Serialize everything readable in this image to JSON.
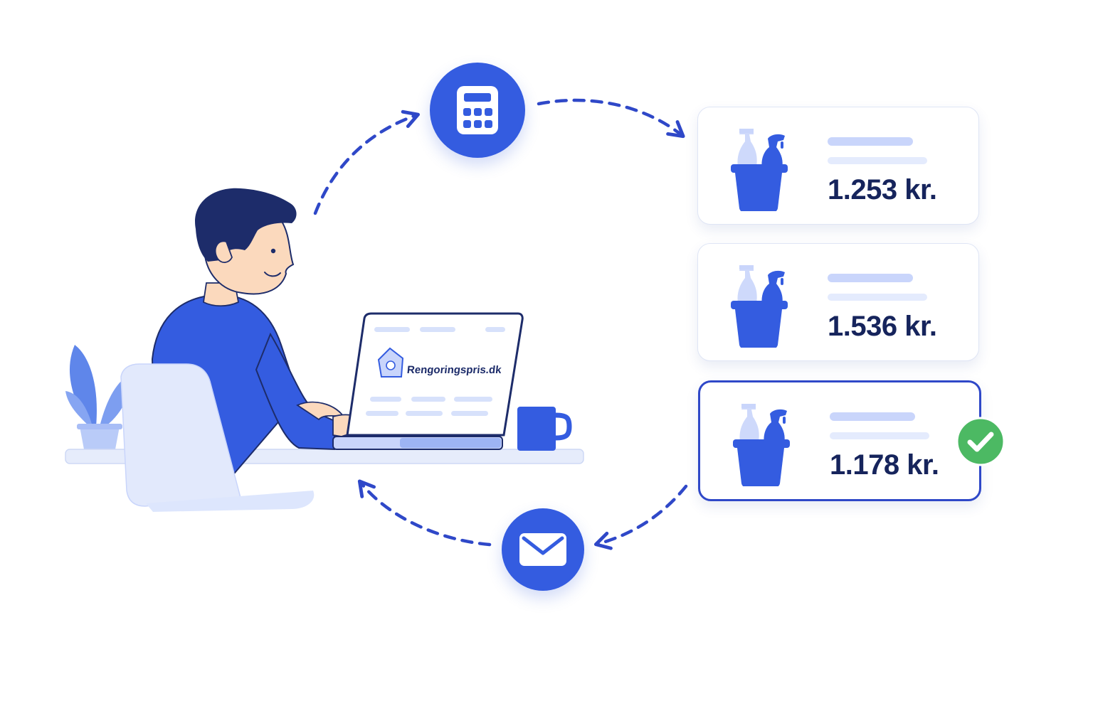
{
  "colors": {
    "brand_blue": "#345ce0",
    "dark_navy": "#16245c",
    "light_blue": "#c9d5fb",
    "pale_blue": "#e4ebfd",
    "success_green": "#4cb963"
  },
  "icons": {
    "calculator": "calculator-icon",
    "mail": "envelope-icon",
    "check": "check-icon",
    "bucket": "cleaning-bucket-icon"
  },
  "laptop": {
    "brand": "Rengoringspris.dk"
  },
  "offers": [
    {
      "price": "1.253 kr.",
      "selected": false
    },
    {
      "price": "1.536 kr.",
      "selected": false
    },
    {
      "price": "1.178 kr.",
      "selected": true
    }
  ]
}
